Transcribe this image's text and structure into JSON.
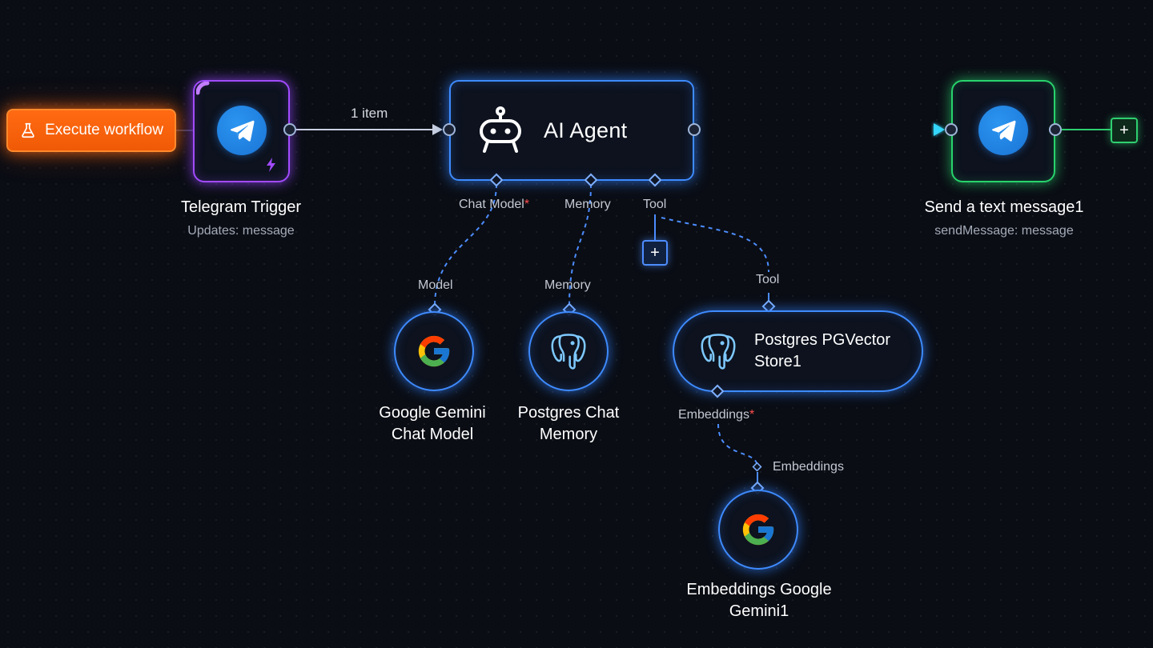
{
  "execute_button": {
    "label": "Execute workflow",
    "icon": "flask-icon",
    "color": "#ff6a12"
  },
  "connection_label": "1 item",
  "nodes": {
    "telegram_trigger": {
      "title": "Telegram Trigger",
      "subtitle": "Updates: message",
      "icon": "telegram-icon",
      "color": "#a24bff"
    },
    "ai_agent": {
      "title": "AI Agent",
      "icon": "robot-icon",
      "color": "#3e8bff"
    },
    "send_message": {
      "title": "Send a text message1",
      "subtitle": "sendMessage: message",
      "icon": "telegram-icon",
      "color": "#28d36c"
    },
    "gemini_chat": {
      "title_line1": "Google Gemini",
      "title_line2": "Chat Model",
      "icon": "google-icon"
    },
    "postgres_memory": {
      "title_line1": "Postgres Chat",
      "title_line2": "Memory",
      "icon": "postgres-elephant-icon"
    },
    "pgvector": {
      "title_line1": "Postgres PGVector",
      "title_line2": "Store1",
      "icon": "postgres-elephant-icon"
    },
    "embeddings": {
      "title_line1": "Embeddings Google",
      "title_line2": "Gemini1",
      "icon": "google-icon"
    }
  },
  "ports": {
    "chat_model": "Chat Model",
    "memory": "Memory",
    "tool": "Tool",
    "required_mark": "*",
    "model_in": "Model",
    "memory_in": "Memory",
    "tool_in": "Tool",
    "embeddings_out": "Embeddings",
    "embeddings_in": "Embeddings"
  },
  "plus_label": "+"
}
